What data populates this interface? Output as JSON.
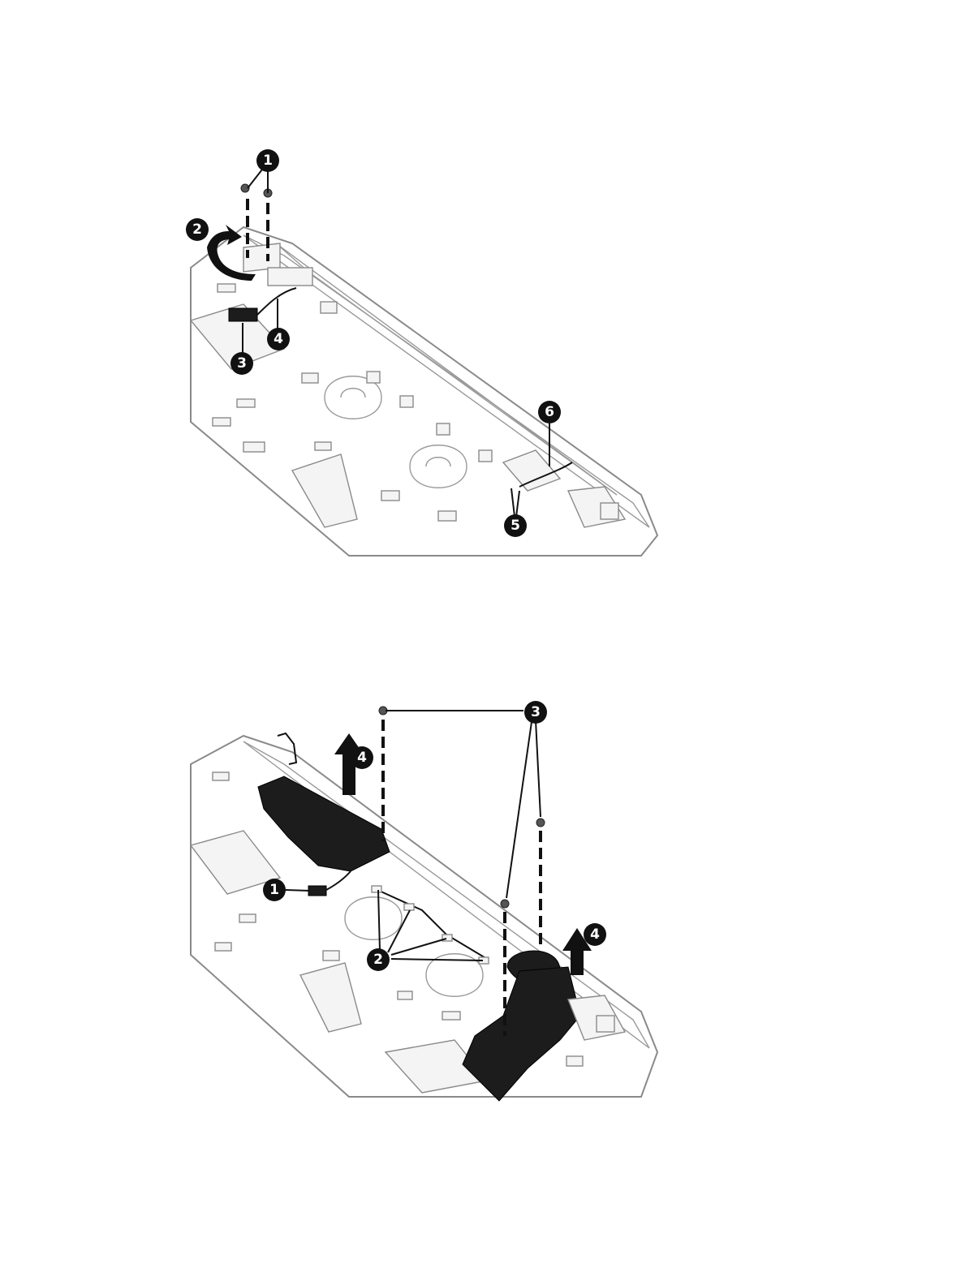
{
  "figure_top": {
    "callouts": [
      "1",
      "2",
      "3",
      "4",
      "5",
      "6"
    ]
  },
  "figure_bottom": {
    "callouts": [
      "1",
      "2",
      "3",
      "4",
      "4"
    ]
  }
}
